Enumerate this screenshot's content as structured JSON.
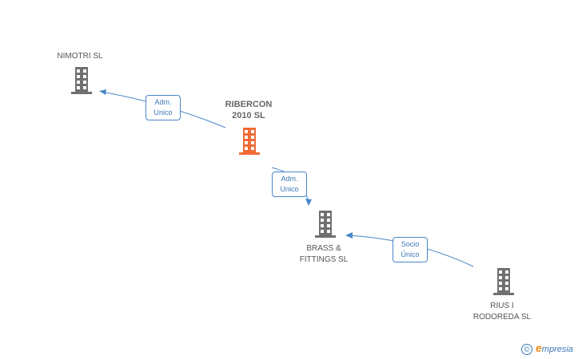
{
  "nodes": {
    "nimotri": {
      "label": "NIMOTRI SL",
      "color": "#707070"
    },
    "ribercon": {
      "label_line1": "RIBERCON",
      "label_line2": "2010 SL",
      "color": "#f26b36"
    },
    "brass": {
      "label_line1": "BRASS &",
      "label_line2": "FITTINGS SL",
      "color": "#707070"
    },
    "rius": {
      "label_line1": "RIUS I",
      "label_line2": "RODOREDA SL",
      "color": "#707070"
    }
  },
  "edges": [
    {
      "line1": "Adm.",
      "line2": "Unico"
    },
    {
      "line1": "Adm.",
      "line2": "Unico"
    },
    {
      "line1": "Socio",
      "line2": "Único"
    }
  ],
  "edge_color": "#4a86c8",
  "footer": {
    "copyright": "©",
    "brand_initial": "e",
    "brand_rest": "mpresia"
  }
}
